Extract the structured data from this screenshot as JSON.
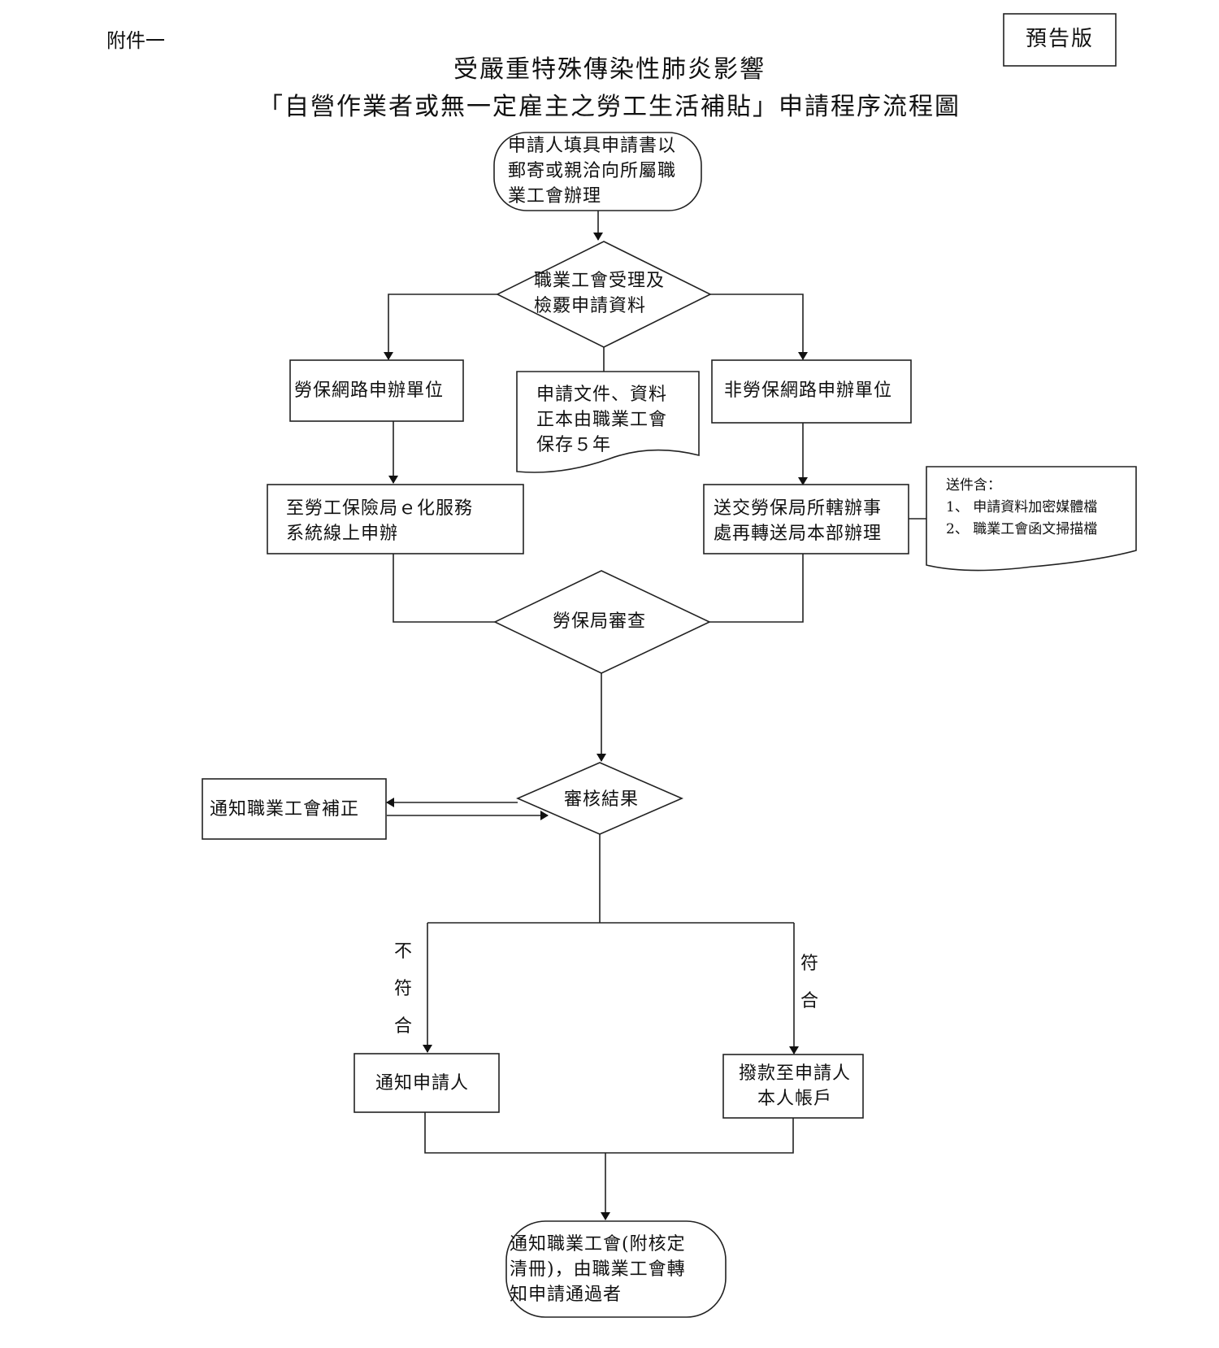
{
  "header": {
    "attachment_label": "附件一",
    "draft_badge": "預告版",
    "title_line1": "受嚴重特殊傳染性肺炎影響",
    "title_line2": "「自營作業者或無一定雇主之勞工生活補貼」申請程序流程圖"
  },
  "nodes": {
    "start": "申請人填具申請書以\n郵寄或親洽向所屬職\n業工會辦理",
    "union_review": "職業工會受理及\n檢覈申請資料",
    "online_unit": "勞保網路申辦單位",
    "doc_keep": "申請文件、資料\n正本由職業工會\n保存５年",
    "offline_unit": "非勞保網路申辦單位",
    "e_service": "至勞工保險局ｅ化服務\n系統線上申辦",
    "forward": "送交勞保局所轄辦事\n處再轉送局本部辦理",
    "enclosure": "送件含：\n1、 申請資料加密媒體檔\n2、 職業工會函文掃描檔",
    "bli_review": "勞保局審查",
    "result": "審核結果",
    "notify_correct": "通知職業工會補正",
    "notify_applicant": "通知申請人",
    "pay_out": "撥款至申請人\n本人帳戶",
    "end": "通知職業工會(附核定\n清冊)，由職業工會轉\n知申請通過者"
  },
  "branch_labels": {
    "no": "不\n符\n合",
    "yes": "符\n合"
  }
}
